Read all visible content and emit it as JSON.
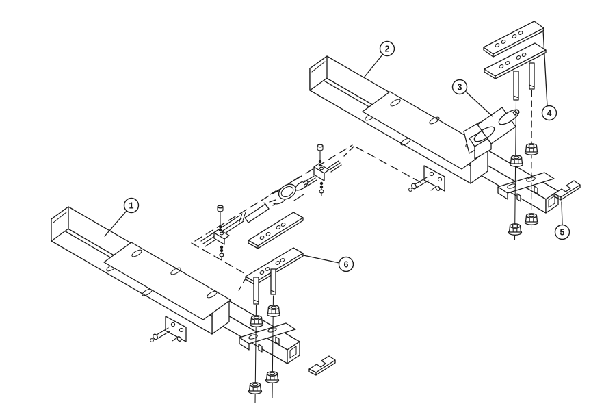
{
  "figure": {
    "background_color": "#ffffff",
    "ink_color": "#1a1a1a",
    "callouts": [
      {
        "label": "1"
      },
      {
        "label": "2"
      },
      {
        "label": "3"
      },
      {
        "label": "4"
      },
      {
        "label": "5"
      },
      {
        "label": "6"
      }
    ]
  }
}
